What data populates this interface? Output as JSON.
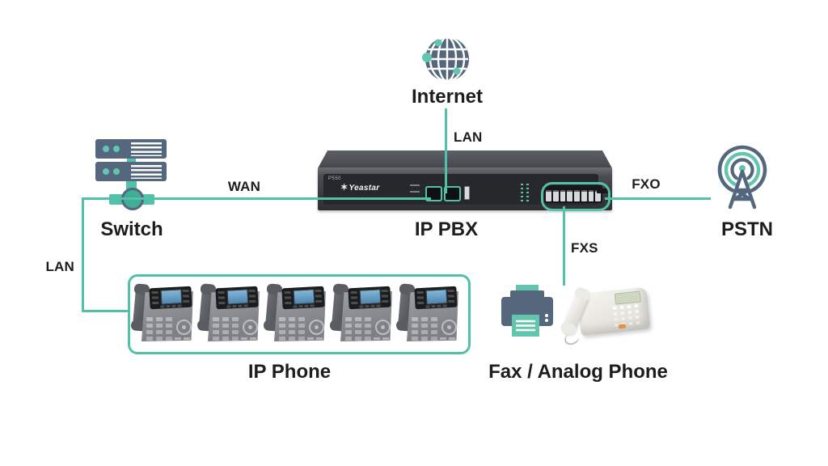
{
  "nodes": {
    "internet": {
      "label": "Internet",
      "icon": "globe-icon"
    },
    "switch": {
      "label": "Switch",
      "icon": "network-switch-icon"
    },
    "ip_pbx": {
      "label": "IP PBX",
      "icon": "pbx-device",
      "brand": "Yeastar",
      "model": "P550"
    },
    "pstn": {
      "label": "PSTN",
      "icon": "antenna-tower-icon"
    },
    "ip_phones": {
      "label": "IP Phone",
      "icon": "ip-phone-icon",
      "count": 5
    },
    "fax_analog": {
      "label": "Fax / Analog Phone",
      "icons": [
        "fax-icon",
        "analog-phone-icon"
      ]
    }
  },
  "links": {
    "lan_top": {
      "label": "LAN",
      "from": "internet",
      "to": "ip_pbx"
    },
    "wan": {
      "label": "WAN",
      "from": "switch",
      "to": "ip_pbx"
    },
    "fxo": {
      "label": "FXO",
      "from": "ip_pbx",
      "to": "pstn"
    },
    "fxs": {
      "label": "FXS",
      "from": "ip_pbx",
      "to": "fax_analog"
    },
    "lan_left": {
      "label": "LAN",
      "from": "switch",
      "to": "ip_phones"
    }
  },
  "colors": {
    "link_line": "#52c1a7",
    "icon_primary": "#54677c",
    "icon_accent": "#62c6ae",
    "text": "#1d1d1f"
  }
}
